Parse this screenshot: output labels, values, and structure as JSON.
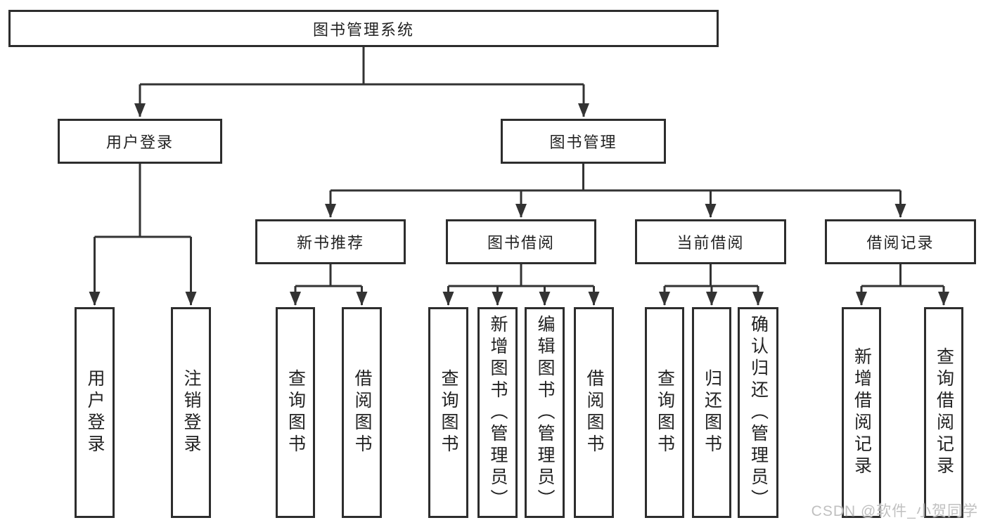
{
  "tree": {
    "root": {
      "label": "图书管理系统"
    },
    "branches": [
      {
        "label": "用户登录",
        "children": [
          {
            "label": "用户登录"
          },
          {
            "label": "注销登录"
          }
        ]
      },
      {
        "label": "图书管理",
        "sections": [
          {
            "label": "新书推荐",
            "children": [
              {
                "label": "查询图书"
              },
              {
                "label": "借阅图书"
              }
            ]
          },
          {
            "label": "图书借阅",
            "children": [
              {
                "label": "查询图书"
              },
              {
                "label": "新增图书（管理员）"
              },
              {
                "label": "编辑图书（管理员）"
              },
              {
                "label": "借阅图书"
              }
            ]
          },
          {
            "label": "当前借阅",
            "children": [
              {
                "label": "查询图书"
              },
              {
                "label": "归还图书"
              },
              {
                "label": "确认归还（管理员）"
              }
            ]
          },
          {
            "label": "借阅记录",
            "children": [
              {
                "label": "新增借阅记录"
              },
              {
                "label": "查询借阅记录"
              }
            ]
          }
        ]
      }
    ]
  },
  "watermark": {
    "text": "CSDN @软件_小贺同学"
  },
  "colors": {
    "line": "#333333",
    "box_border": "#2d2d2d",
    "box_fill": "#ffffff",
    "text": "#222222",
    "watermark": "#c0c0c0"
  }
}
